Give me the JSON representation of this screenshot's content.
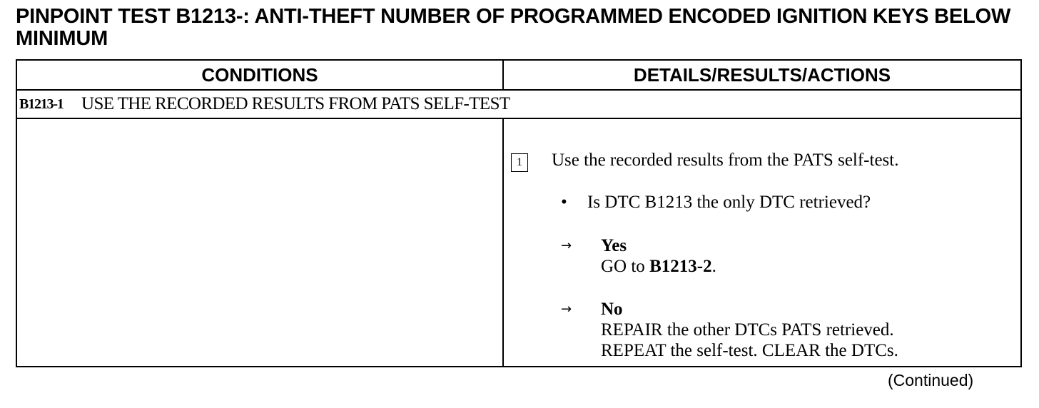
{
  "title": "PINPOINT TEST B1213-: ANTI-THEFT NUMBER OF PROGRAMMED ENCODED IGNITION KEYS BELOW MINIMUM",
  "table": {
    "headers": {
      "conditions": "CONDITIONS",
      "details": "DETAILS/RESULTS/ACTIONS"
    },
    "step": {
      "id": "B1213-1",
      "title": "USE THE RECORDED RESULTS FROM PATS SELF-TEST"
    },
    "details": {
      "step_number": "1",
      "instruction": "Use the recorded results from the PATS self-test.",
      "bullet": "•",
      "question": "Is DTC B1213 the only DTC retrieved?",
      "arrow": "→",
      "answers": {
        "yes": {
          "label": "Yes",
          "prefix": "GO to ",
          "target": "B1213-2",
          "suffix": "."
        },
        "no": {
          "label": "No",
          "line1": "REPAIR the other DTCs PATS retrieved.",
          "line2": "REPEAT the self-test. CLEAR the DTCs."
        }
      }
    }
  },
  "footer": {
    "continued": "(Continued)"
  }
}
